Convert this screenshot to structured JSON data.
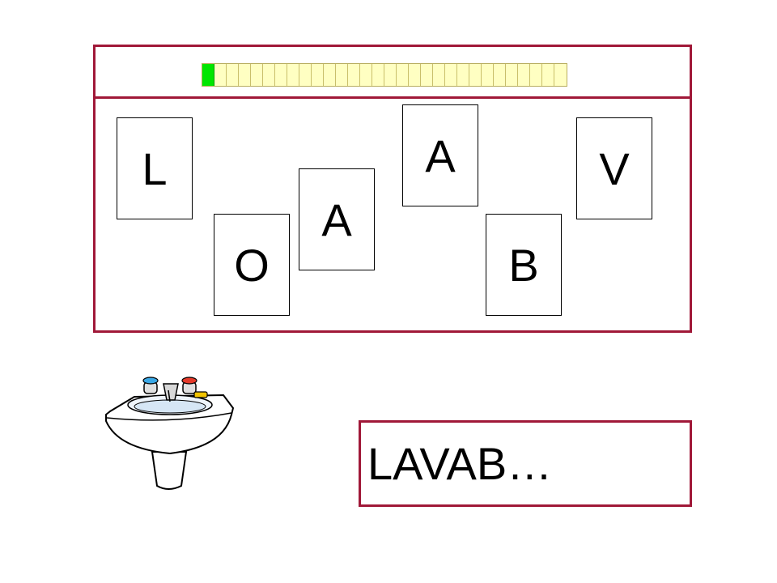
{
  "progress": {
    "total": 30,
    "completed": 1,
    "done_color": "#00e600",
    "empty_color": "#ffffc2"
  },
  "tiles": [
    "L",
    "O",
    "A",
    "A",
    "B",
    "V"
  ],
  "answer": {
    "text": "LAVAB…"
  },
  "picture": {
    "subject": "washbasin-icon"
  },
  "colors": {
    "frame": "#a01838"
  }
}
